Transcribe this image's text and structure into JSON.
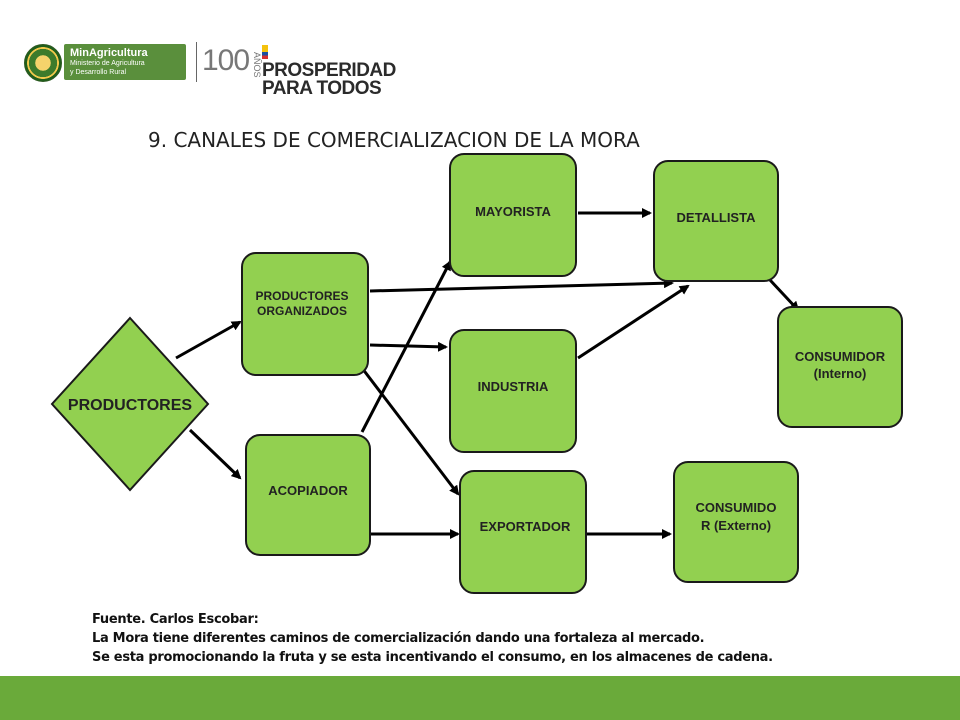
{
  "header": {
    "ministry_name": "MinAgricultura",
    "ministry_line2": "Ministerio de Agricultura",
    "ministry_line3": "y Desarrollo Rural",
    "anniversary_number": "100",
    "anniversary_word": "AÑOS",
    "slogan_line1": "PROSPERIDAD",
    "slogan_line2": "PARA TODOS"
  },
  "title": "9. CANALES DE COMERCIALIZACION DE LA MORA",
  "diagram": {
    "nodes": {
      "productores": "PRODUCTORES",
      "productores_organizados_1": "PRODUCTORES",
      "productores_organizados_2": "ORGANIZADOS",
      "acopiador": "ACOPIADOR",
      "mayorista": "MAYORISTA",
      "industria": "INDUSTRIA",
      "exportador": "EXPORTADOR",
      "detallista": "DETALLISTA",
      "consumidor_interno_1": "CONSUMIDOR",
      "consumidor_interno_2": "(Interno)",
      "consumidor_externo_1": "CONSUMIDO",
      "consumidor_externo_2": "R (Externo)"
    },
    "colors": {
      "node_fill": "#92d050",
      "node_stroke": "#1a1a1a",
      "arrow": "#000000"
    }
  },
  "footer": {
    "line1": "Fuente. Carlos Escobar:",
    "line2": "La Mora tiene diferentes caminos de comercialización dando  una fortaleza al mercado.",
    "line3": "Se esta promocionando la  fruta y se esta incentivando el consumo, en los almacenes de cadena."
  },
  "footer_bar_color": "#6aaa3a"
}
